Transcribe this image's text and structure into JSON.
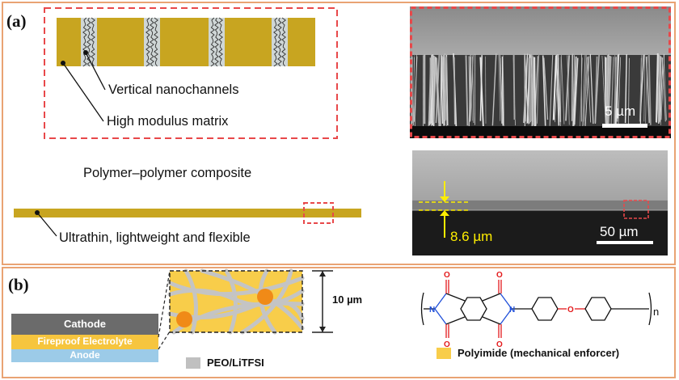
{
  "panel_a": {
    "label": "(a)",
    "labels": {
      "vertical_nanochannels": "Vertical nanochannels",
      "high_modulus_matrix": "High modulus matrix",
      "composite_title": "Polymer–polymer composite",
      "ultrathin": "Ultrathin, lightweight and flexible"
    },
    "sem_top_scale": "5 µm",
    "sem_bottom_thickness": "8.6 µm",
    "sem_bottom_scale": "50 µm"
  },
  "panel_b": {
    "label": "(b)",
    "stack": {
      "cathode": "Cathode",
      "electrolyte": "Fireproof Electrolyte",
      "anode": "Anode"
    },
    "thickness": "10 µm",
    "legend_peo": "PEO/LiTFSI",
    "legend_polyimide": "Polyimide (mechanical enforcer)",
    "subscript_n": "n"
  },
  "colors": {
    "matrix_gold": "#c8a520",
    "dashed_red": "#e8484a",
    "frame_orange": "#e9a373",
    "cathode_gray": "#6b6b6b",
    "electrolyte_yellow": "#f6c53e",
    "anode_blue": "#9ccbe8",
    "peo_gray": "#c0c0c0",
    "polyimide_yellow": "#f8cd4a",
    "particle_orange": "#f08a17",
    "oxygen_red": "#e31a1c",
    "nitrogen_blue": "#1f4fd9",
    "sem_yellow": "#ffee00"
  }
}
